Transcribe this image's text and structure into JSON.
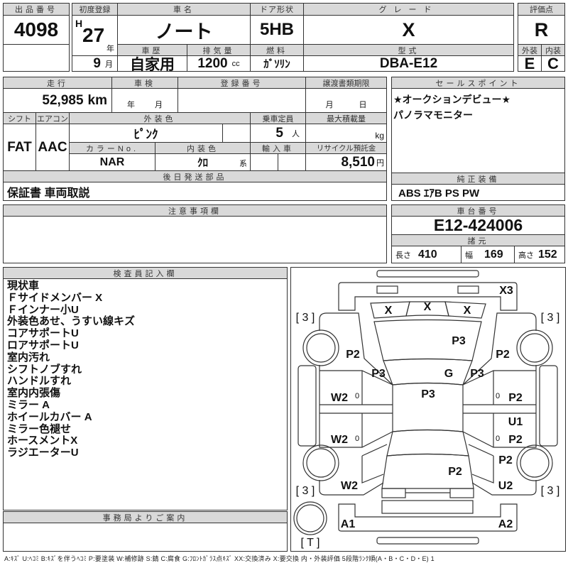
{
  "lot": {
    "label": "出品番号",
    "value": "4098"
  },
  "first_reg": {
    "label": "初度登録",
    "era": "H",
    "year": "27",
    "year_unit": "年",
    "month": "9",
    "month_unit": "月"
  },
  "car_name": {
    "label": "車名",
    "value": "ノート"
  },
  "door": {
    "label": "ドア形状",
    "value": "5HB"
  },
  "grade": {
    "label": "グレード",
    "value": "X"
  },
  "score": {
    "label": "評価点",
    "value": "R",
    "ext_label": "外装",
    "ext_value": "E",
    "int_label": "内装",
    "int_value": "C"
  },
  "history": {
    "label": "車歴",
    "value": "自家用"
  },
  "displacement": {
    "label": "排気量",
    "value": "1200",
    "unit": "cc"
  },
  "fuel": {
    "label": "燃料",
    "value": "ｶﾞｿﾘﾝ"
  },
  "model": {
    "label": "型式",
    "value": "DBA-E12"
  },
  "mileage": {
    "label": "走行",
    "value": "52,985",
    "unit": "km"
  },
  "inspection": {
    "label": "車検",
    "year_unit": "年",
    "month_unit": "月"
  },
  "reg_no": {
    "label": "登録番号"
  },
  "transfer": {
    "label": "譲渡書類期限",
    "month_unit": "月",
    "day_unit": "日"
  },
  "shift": {
    "label": "シフト",
    "value": "FAT"
  },
  "ac": {
    "label": "エアコン",
    "value": "AAC"
  },
  "ext_color": {
    "label": "外装色",
    "value": "ﾋﾟﾝｸ"
  },
  "capacity": {
    "label": "乗車定員",
    "value": "5",
    "unit": "人"
  },
  "max_load": {
    "label": "最大積載量",
    "unit": "kg"
  },
  "color_no": {
    "label": "カラーNo.",
    "value": "NAR"
  },
  "int_color": {
    "label": "内装色",
    "value": "ｸﾛ",
    "unit": "系"
  },
  "import": {
    "label": "輸入車"
  },
  "recycle": {
    "label": "リサイクル預託金",
    "value": "8,510",
    "unit": "円"
  },
  "later_parts": {
    "label": "後日発送部品",
    "value": "保証書 車両取説"
  },
  "sales_point": {
    "label": "セールスポイント",
    "lines": [
      "★オークションデビュー★",
      "パノラマモニター"
    ]
  },
  "equipment": {
    "label": "純正装備",
    "value": "ABS ｴｱB PS PW"
  },
  "caution": {
    "label": "注意事項欄"
  },
  "chassis": {
    "label": "車台番号",
    "value": "E12-424006"
  },
  "specs": {
    "label": "諸元",
    "length_label": "長さ",
    "length": "410",
    "width_label": "幅",
    "width": "169",
    "height_label": "高さ",
    "height": "152"
  },
  "inspector": {
    "label": "検査員記入欄",
    "notes": [
      "現状車",
      "Ｆサイドメンバー X",
      "Ｆインナー小U",
      "外装色あせ、うすい線キズ",
      "コアサポートU",
      "ロアサポートU",
      "室内汚れ",
      "シフトノブすれ",
      "ハンドルすれ",
      "室内内張傷",
      "ミラー A",
      "ホイールカバー A",
      "ミラー色褪せ",
      "ホースメントX",
      "ラジエーターU"
    ]
  },
  "office": {
    "label": "事務局よりご案内"
  },
  "diagram": {
    "x3": "X3",
    "x_left": "X",
    "x_mid": "X",
    "x_right": "X",
    "hood": "P3",
    "fender_fl": "P2",
    "fender_fr": "P2",
    "pillar_l": "P3",
    "glass": "G",
    "pillar_r": "P3",
    "roof": "P3",
    "door_fl": "W2",
    "door_fl_n": "0",
    "door_fr_n": "0",
    "door_fr": "P2",
    "step_r": "U1",
    "door_rl": "W2",
    "door_rl_n": "0",
    "door_rr_n": "0",
    "door_rr": "P2",
    "quarter_r": "P2",
    "trunk": "P2",
    "quarter_l": "W2",
    "quarter_r2": "U2",
    "bumper_rl": "A1",
    "bumper_rr": "A2",
    "tire_fl": "[ 3 ]",
    "tire_fr": "[ 3 ]",
    "tire_rl": "[ 3 ]",
    "tire_rr": "[ 3 ]",
    "spare": "[ T ]"
  },
  "legend": "A:ｷｽﾞ  U:ﾍｺﾐ  B:ｷｽﾞを伴うﾍｺﾐ  P:要塗装  W:補修跡  S:錆  C:腐食  G:ﾌﾛﾝﾄｶﾞﾗｽ点ｷｽﾞ  XX:交換済み  X:要交換   内・外装評価   5段階ﾗﾝｸ順(A・B・C・D・E) 1"
}
